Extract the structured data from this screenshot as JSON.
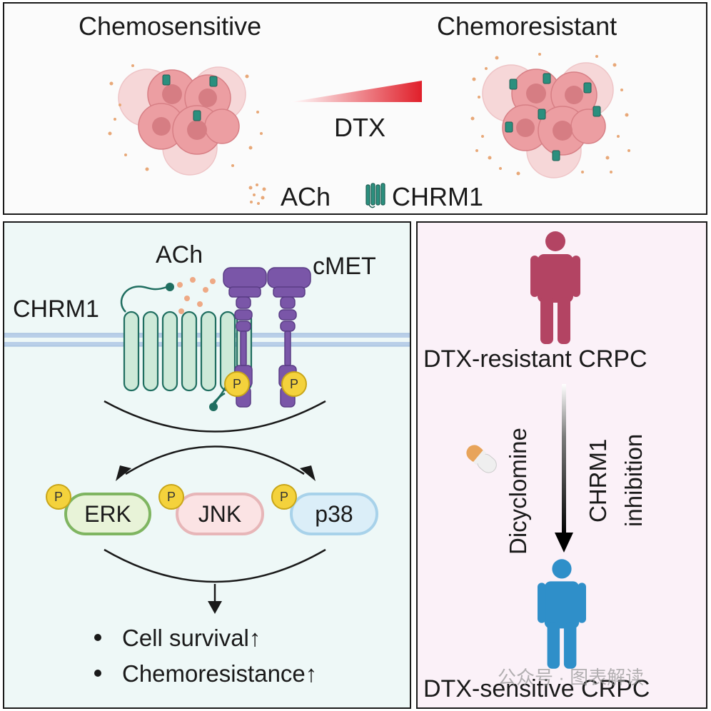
{
  "top_panel": {
    "left_label": "Chemosensitive",
    "right_label": "Chemoresistant",
    "gradient_label": "DTX",
    "legend": {
      "ach_label": "ACh",
      "chrm1_label": "CHRM1"
    }
  },
  "left_panel": {
    "ach_label": "ACh",
    "cmet_label": "cMET",
    "chrm1_label": "CHRM1",
    "phospho_label": "P",
    "kinases": [
      {
        "label": "ERK",
        "fill": "#e8f3d8",
        "border": "#7fb561"
      },
      {
        "label": "JNK",
        "fill": "#fbe3e4",
        "border": "#e7b6b8"
      },
      {
        "label": "p38",
        "fill": "#dbeef8",
        "border": "#a8d2ea"
      }
    ],
    "outcomes": [
      "Cell survival↑",
      "Chemoresistance↑"
    ]
  },
  "right_panel": {
    "resistant_label": "DTX-resistant CRPC",
    "drug_label": "Dicyclomine",
    "mechanism_label": [
      "CHRM1",
      "inhibition"
    ],
    "sensitive_label": "DTX-sensitive CRPC",
    "colors": {
      "resistant": "#b34463",
      "sensitive": "#2f8fc9"
    }
  },
  "watermark": "公众号 · 图表解读"
}
